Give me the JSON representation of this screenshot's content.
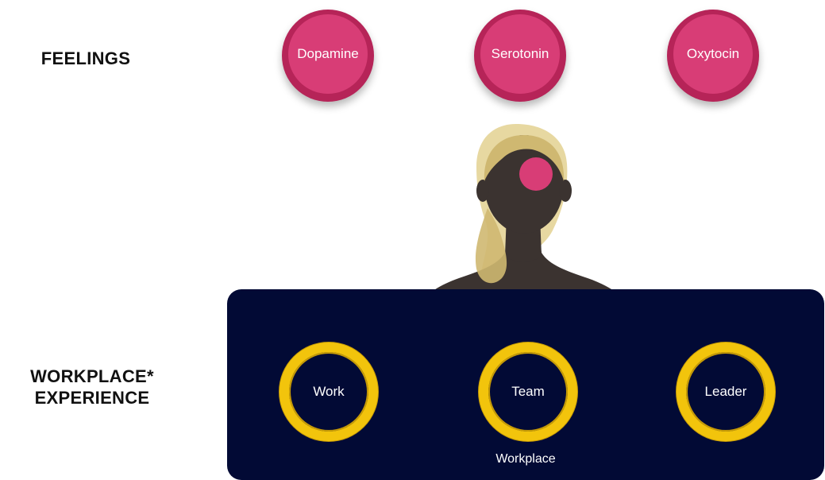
{
  "labels": {
    "feelings": "FEELINGS",
    "workplace_line1": "WORKPLACE*",
    "workplace_line2": "EXPERIENCE"
  },
  "chemicals": [
    {
      "label": "Dopamine"
    },
    {
      "label": "Serotonin"
    },
    {
      "label": "Oxytocin"
    }
  ],
  "workplace": {
    "caption": "Workplace",
    "items": [
      {
        "label": "Work"
      },
      {
        "label": "Team"
      },
      {
        "label": "Leader"
      }
    ]
  },
  "colors": {
    "chemical_fill": "#d83d76",
    "chemical_rim": "#b62458",
    "panel_background": "#020a35",
    "ring": "#f2c40c",
    "silhouette": "#3b3330",
    "hair": "#d9c57e",
    "brain_dot": "#d83d76"
  }
}
